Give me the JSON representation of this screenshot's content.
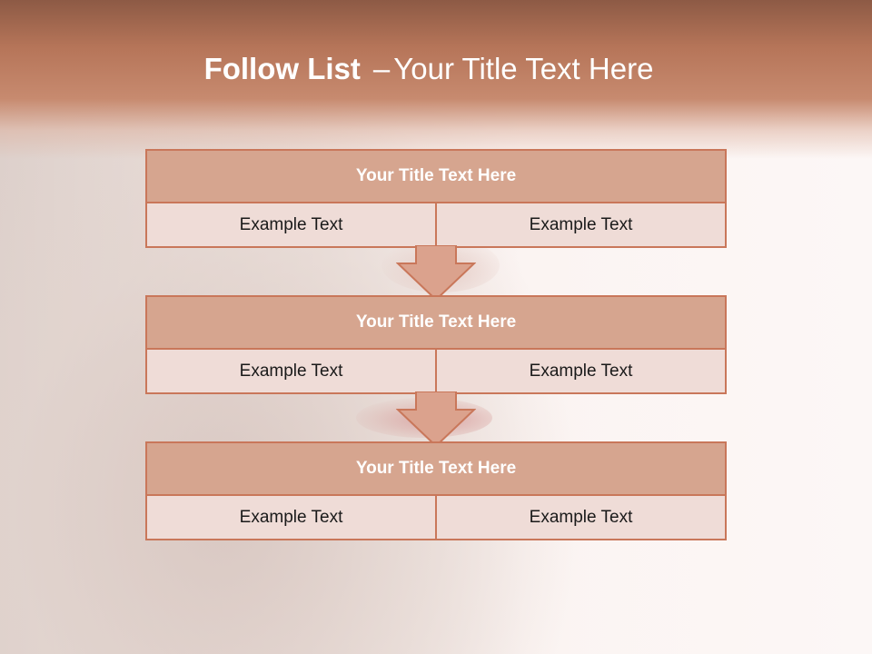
{
  "slide": {
    "title_bold": "Follow List",
    "title_separator": "–",
    "title_rest": "Your Title Text Here"
  },
  "blocks": [
    {
      "title": "Your Title Text Here",
      "left": "Example Text",
      "right": "Example Text"
    },
    {
      "title": "Your Title Text Here",
      "left": "Example Text",
      "right": "Example Text"
    },
    {
      "title": "Your Title Text Here",
      "left": "Example Text",
      "right": "Example Text"
    }
  ],
  "colors": {
    "header": "#b67559",
    "block_head": "#d6a58f",
    "block_body": "#efdcd7",
    "border": "#c9775a",
    "arrow": "#dba28d"
  },
  "icons": [
    "down-arrow-icon"
  ]
}
